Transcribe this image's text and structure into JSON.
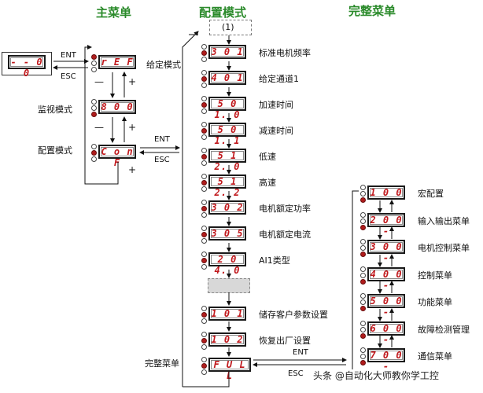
{
  "headers": {
    "main_menu": "主菜单",
    "config_mode": "配置模式",
    "full_menu": "完整菜单"
  },
  "main": {
    "idle_display": "- - 0 0",
    "ent": "ENT",
    "esc": "ESC",
    "ref_display": "r E F",
    "ref_label": "给定模式",
    "monitor_label": "监视模式",
    "monitor_display": "8 0 0",
    "config_label": "配置模式",
    "conf_display": "C o n F",
    "conf_ent": "ENT",
    "conf_esc": "ESC"
  },
  "config": {
    "first": "(1)",
    "items": [
      {
        "display": "3 0 1",
        "label": "标准电机频率"
      },
      {
        "display": "4 0 1",
        "label": "给定通道1"
      },
      {
        "display": "5 0 1. 0",
        "label": "加速时间"
      },
      {
        "display": "5 0 1. 1",
        "label": "减速时间"
      },
      {
        "display": "5 1 2. 0",
        "label": "低速"
      },
      {
        "display": "5 1 2. 2",
        "label": "高速"
      },
      {
        "display": "3 0 2",
        "label": "电机额定功率"
      },
      {
        "display": "3 0 5",
        "label": "电机额定电流"
      },
      {
        "display": "2 0 4. 0",
        "label": "AI1类型"
      }
    ],
    "save": {
      "display": "1 0 1",
      "label": "储存客户参数设置"
    },
    "restore": {
      "display": "1 0 2",
      "label": "恢复出厂设置"
    },
    "full": {
      "display": "F U L L",
      "label": "完整菜单"
    },
    "ent": "ENT",
    "esc": "ESC"
  },
  "full_menu": {
    "items": [
      {
        "display": "1 0 0",
        "label": "宏配置"
      },
      {
        "display": "2 0 0 -",
        "label": "输入输出菜单"
      },
      {
        "display": "3 0 0 -",
        "label": "电机控制菜单"
      },
      {
        "display": "4 0 0 -",
        "label": "控制菜单"
      },
      {
        "display": "5 0 0 -",
        "label": "功能菜单"
      },
      {
        "display": "6 0 0 -",
        "label": "故障检测管理"
      },
      {
        "display": "7 0 0 -",
        "label": "通信菜单"
      }
    ]
  },
  "watermark": "头条 @自动化大师教你学工控",
  "colors": {
    "header": "#2a8a2a",
    "display_text": "#c0181c",
    "led_red": "#b01c1c"
  }
}
